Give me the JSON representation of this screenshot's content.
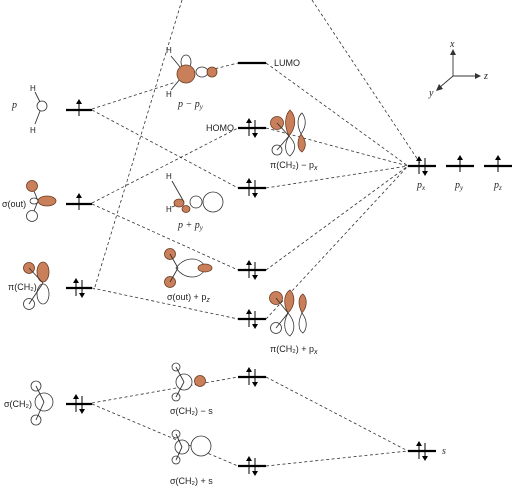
{
  "left_levels": [
    {
      "id": "p",
      "label": "p",
      "italic": true,
      "electrons": 1
    },
    {
      "id": "sigma_out",
      "label": "σ(out)",
      "italic": false,
      "electrons": 1
    },
    {
      "id": "pi_ch2",
      "label": "π(CH₂)",
      "italic": false,
      "electrons": 2
    },
    {
      "id": "sigma_ch2",
      "label": "σ(CH₂)",
      "italic": false,
      "electrons": 2
    }
  ],
  "mo_levels": [
    {
      "id": "lumo",
      "label": "LUMO",
      "electrons": 0
    },
    {
      "id": "homo",
      "label": "HOMO",
      "electrons": 2
    },
    {
      "id": "mo3",
      "label": "",
      "electrons": 2
    },
    {
      "id": "mo4",
      "label": "",
      "electrons": 2
    },
    {
      "id": "mo5",
      "label": "",
      "electrons": 2
    },
    {
      "id": "mo6",
      "label": "",
      "electrons": 2
    },
    {
      "id": "mo7",
      "label": "",
      "electrons": 2
    }
  ],
  "orbital_labels": {
    "p_minus_py": "p − p",
    "p_minus_py_sub": "y",
    "p_plus_py": "p + p",
    "p_plus_py_sub": "y",
    "sigma_out_plus_pz": "σ(out) + p",
    "sigma_out_plus_pz_sub": "z",
    "pi_minus_px": "π(CH₂) − p",
    "pi_minus_px_sub": "x",
    "pi_plus_px": "π(CH₂) + p",
    "pi_plus_px_sub": "x",
    "sigma_minus_s": "σ(CH₂) − s",
    "sigma_plus_s": "σ(CH₂) + s"
  },
  "right_levels": {
    "px": "p",
    "px_sub": "x",
    "py": "p",
    "py_sub": "y",
    "pz": "p",
    "pz_sub": "z",
    "s": "s"
  },
  "atoms": {
    "h": "H"
  },
  "axes": {
    "x": "x",
    "y": "y",
    "z": "z"
  },
  "colors": {
    "lobe_filled": "#c9805a",
    "lobe_empty": "#ffffff",
    "line": "#000000"
  }
}
